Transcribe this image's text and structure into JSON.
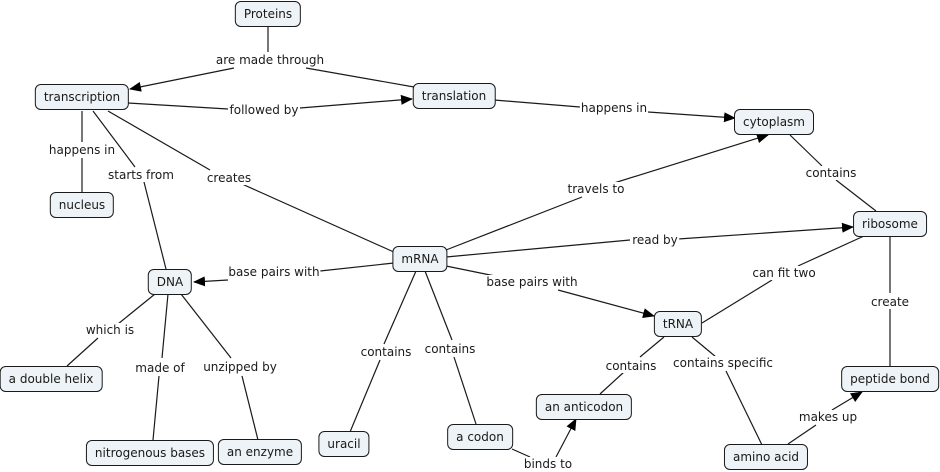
{
  "concepts": {
    "proteins": "Proteins",
    "transcription": "transcription",
    "translation": "translation",
    "cytoplasm": "cytoplasm",
    "nucleus": "nucleus",
    "mrna": "mRNA",
    "ribosome": "ribosome",
    "dna": "DNA",
    "trna": "tRNA",
    "double_helix": "a double helix",
    "nitrogenous_bases": "nitrogenous bases",
    "enzyme": "an enzyme",
    "uracil": "uracil",
    "codon": "a codon",
    "anticodon": "an anticodon",
    "amino_acid": "amino acid",
    "peptide_bond": "peptide bond"
  },
  "links": {
    "are_made_through": "are made through",
    "followed_by": "followed by",
    "happens_in_translation": "happens in",
    "happens_in_transcription": "happens in",
    "starts_from": "starts from",
    "creates": "creates",
    "travels_to": "travels to",
    "contains_cytoplasm": "contains",
    "read_by": "read by",
    "base_pairs_with_dna": "base pairs with",
    "base_pairs_with_trna": "base pairs with",
    "can_fit_two": "can fit two",
    "create": "create",
    "which_is": "which is",
    "made_of": "made of",
    "unzipped_by": "unzipped by",
    "contains_uracil": "contains",
    "contains_codon": "contains",
    "contains_anticodon": "contains",
    "contains_specific": "contains specific",
    "binds_to": "binds to",
    "makes_up": "makes up"
  }
}
